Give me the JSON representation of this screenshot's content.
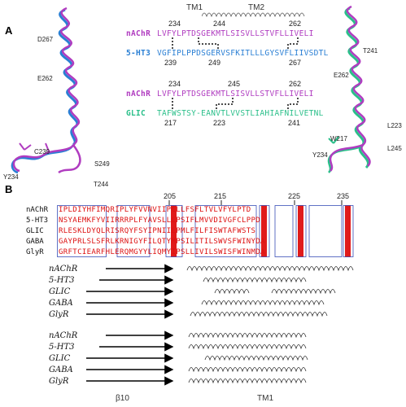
{
  "panel_a": {
    "label": "A",
    "header": {
      "tm1": "TM1",
      "tm2": "TM2"
    },
    "pair1": {
      "top_numbers": [
        "234",
        "244",
        "262"
      ],
      "seq1": {
        "name": "nAChR",
        "seq": "LVFYLPTDSGEKMTLSISVLLSTVFLLIVELI",
        "color": "#b03cc0"
      },
      "seq2": {
        "name": "5-HT3",
        "seq": "VGFIPLPPDSGERVSFKITLLLGYSVFLIIVSDTL",
        "color": "#2a7fd4"
      },
      "bottom_numbers": [
        "239",
        "249",
        "267"
      ]
    },
    "pair2": {
      "top_numbers": [
        "234",
        "245",
        "262"
      ],
      "seq1": {
        "name": "nAChR",
        "seq": "LVFYLPTDSGEKMTLSISVLLSTVFLLIVELI",
        "color": "#b03cc0"
      },
      "seq2": {
        "name": "GLIC",
        "seq": "TAFWSTSY-EANVTLVVSTLIAHIAFNILVETNL",
        "color": "#2bbf8a"
      },
      "bottom_numbers": [
        "217",
        "223",
        "241"
      ]
    },
    "left_labels": [
      "D267",
      "E262",
      "C239",
      "S249",
      "Y234",
      "T244"
    ],
    "right_labels": [
      "T241",
      "E262",
      "W217",
      "L223",
      "L245",
      "Y234"
    ]
  },
  "panel_b": {
    "label": "B",
    "position_numbers": [
      "205",
      "215",
      "225",
      "235"
    ],
    "alignment": [
      {
        "name": "nAChR",
        "seq": "IPLDIYHFIMQRIPLYFVVNVIIPCLLFSFLTVLVFYLPTD"
      },
      {
        "name": "5-HT3",
        "seq": "NSYAEMKFYVIIRRRPLFYAVSLLLPSIFLMVVDIVGFCLPPD"
      },
      {
        "name": "GLIC",
        "seq": "RLESKLDYQLRISRQYFSYIPNIILPMLFILFISWTAFWSTS"
      },
      {
        "name": "GABA",
        "seq": "GAYPRLSLSFRLKRNIGYFILQTYMPSILITILSWVSFWINYDA"
      },
      {
        "name": "GlyR",
        "seq": "GRFTCIEARFHLERQMGYYLIQMYIPSLLIVILSWISFWINMDA"
      }
    ],
    "ss_group1": [
      "nAChR",
      "5-HT3",
      "GLIC",
      "GABA",
      "GlyR"
    ],
    "ss_group2": [
      "nAChR",
      "5-HT3",
      "GLIC",
      "GABA",
      "GlyR"
    ],
    "footer": {
      "beta": "β10",
      "tm": "TM1"
    }
  },
  "colors": {
    "nachr": "#b03cc0",
    "ht3": "#2a7fd4",
    "glic": "#2bbf8a",
    "conserved": "#e01b1b",
    "box": "#3a4fb8"
  }
}
